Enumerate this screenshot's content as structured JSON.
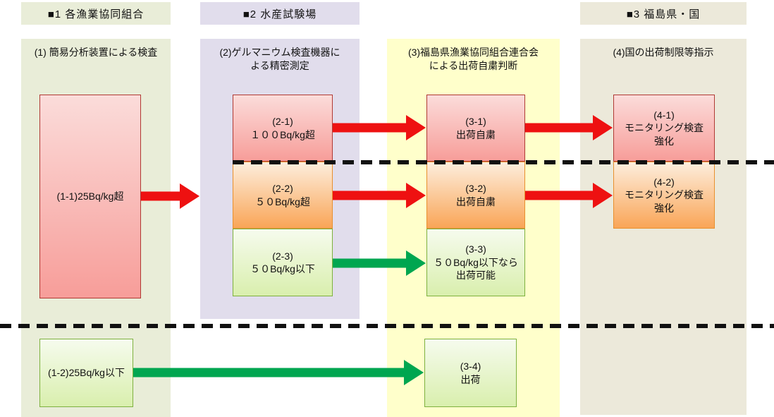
{
  "org_headers": {
    "h1": "■1 各漁業協同組合",
    "h2": "■2 水産試験場",
    "h3": "■3 福島県・国"
  },
  "lane_titles": {
    "c1": "(1) 簡易分析装置による検査",
    "c2": "(2)ゲルマニウム検査機器に\nよる精密測定",
    "c3": "(3)福島県漁業協同組合連合会\nによる出荷自粛判断",
    "c4": "(4)国の出荷制限等指示"
  },
  "boxes": {
    "b1_1": "(1-1)25Bq/kg超",
    "b2_1": "(2-1)\n１００Bq/kg超",
    "b2_2": "(2-2)\n５０Bq/kg超",
    "b2_3": "(2-3)\n５０Bq/kg以下",
    "b3_1": "(3-1)\n出荷自粛",
    "b3_2": "(3-2)\n出荷自粛",
    "b3_3": "(3-3)\n５０Bq/kg以下なら\n出荷可能",
    "b4_1": "(4-1)\nモニタリング検査\n強化",
    "b4_2": "(4-2)\nモニタリング検査\n強化",
    "b1_2": "(1-2)25Bq/kg以下",
    "b3_4": "(3-4)\n出荷"
  },
  "arrows": [
    {
      "from": "1-1",
      "to": "lane-2",
      "color": "#ee1111"
    },
    {
      "from": "2-1",
      "to": "3-1",
      "color": "#ee1111"
    },
    {
      "from": "2-2",
      "to": "3-2",
      "color": "#ee1111"
    },
    {
      "from": "2-3",
      "to": "3-3",
      "color": "#00a650"
    },
    {
      "from": "3-1",
      "to": "4-1",
      "color": "#ee1111"
    },
    {
      "from": "3-2",
      "to": "4-2",
      "color": "#ee1111"
    },
    {
      "from": "1-2",
      "to": "3-4",
      "color": "#00a650"
    }
  ],
  "colors": {
    "lane1_bg": "#e9edd8",
    "lane2_bg": "#e1ddec",
    "lane3_bg": "#ffffcb",
    "lane4_bg": "#ece9da",
    "pink_box_border": "#b03a34",
    "orange_box_border": "#e8902e",
    "green_box_border": "#7eb13f",
    "red_arrow": "#ee1111",
    "green_arrow": "#00a650",
    "dashed_line": "#111111"
  }
}
